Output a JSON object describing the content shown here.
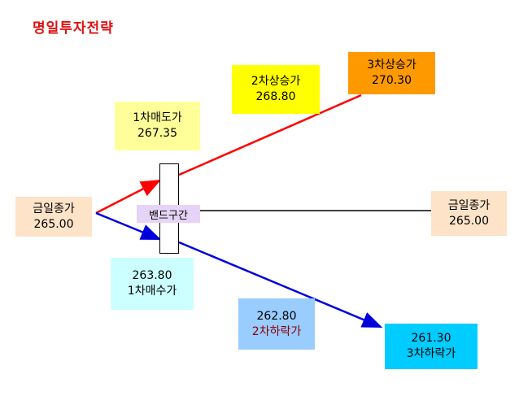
{
  "title": "명일투자전략",
  "nodes": {
    "today_close_left": {
      "label": "금일종가",
      "value": "265.00"
    },
    "today_close_right": {
      "label": "금일종가",
      "value": "265.00"
    },
    "sell1": {
      "label": "1차매도가",
      "value": "267.35"
    },
    "up2": {
      "label": "2차상승가",
      "value": "268.80"
    },
    "up3": {
      "label": "3차상승가",
      "value": "270.30"
    },
    "buy1": {
      "label": "1차매수가",
      "value": "263.80"
    },
    "down2": {
      "label": "2차하락가",
      "value": "262.80"
    },
    "down3": {
      "label": "3차하락가",
      "value": "261.30"
    },
    "band": {
      "label": "밴드구간"
    }
  },
  "colors": {
    "up_line": "#ff0000",
    "down_line": "#0000dd",
    "flat_line": "#000000",
    "close_box": "#fde3c8",
    "sell1_box": "#ffff99",
    "up2_box": "#ffff00",
    "up3_box": "#ff9900",
    "buy1_box": "#ccffff",
    "down2_box": "#99ccff",
    "down3_box": "#00ccff",
    "band_box": "#e6d3f6"
  }
}
